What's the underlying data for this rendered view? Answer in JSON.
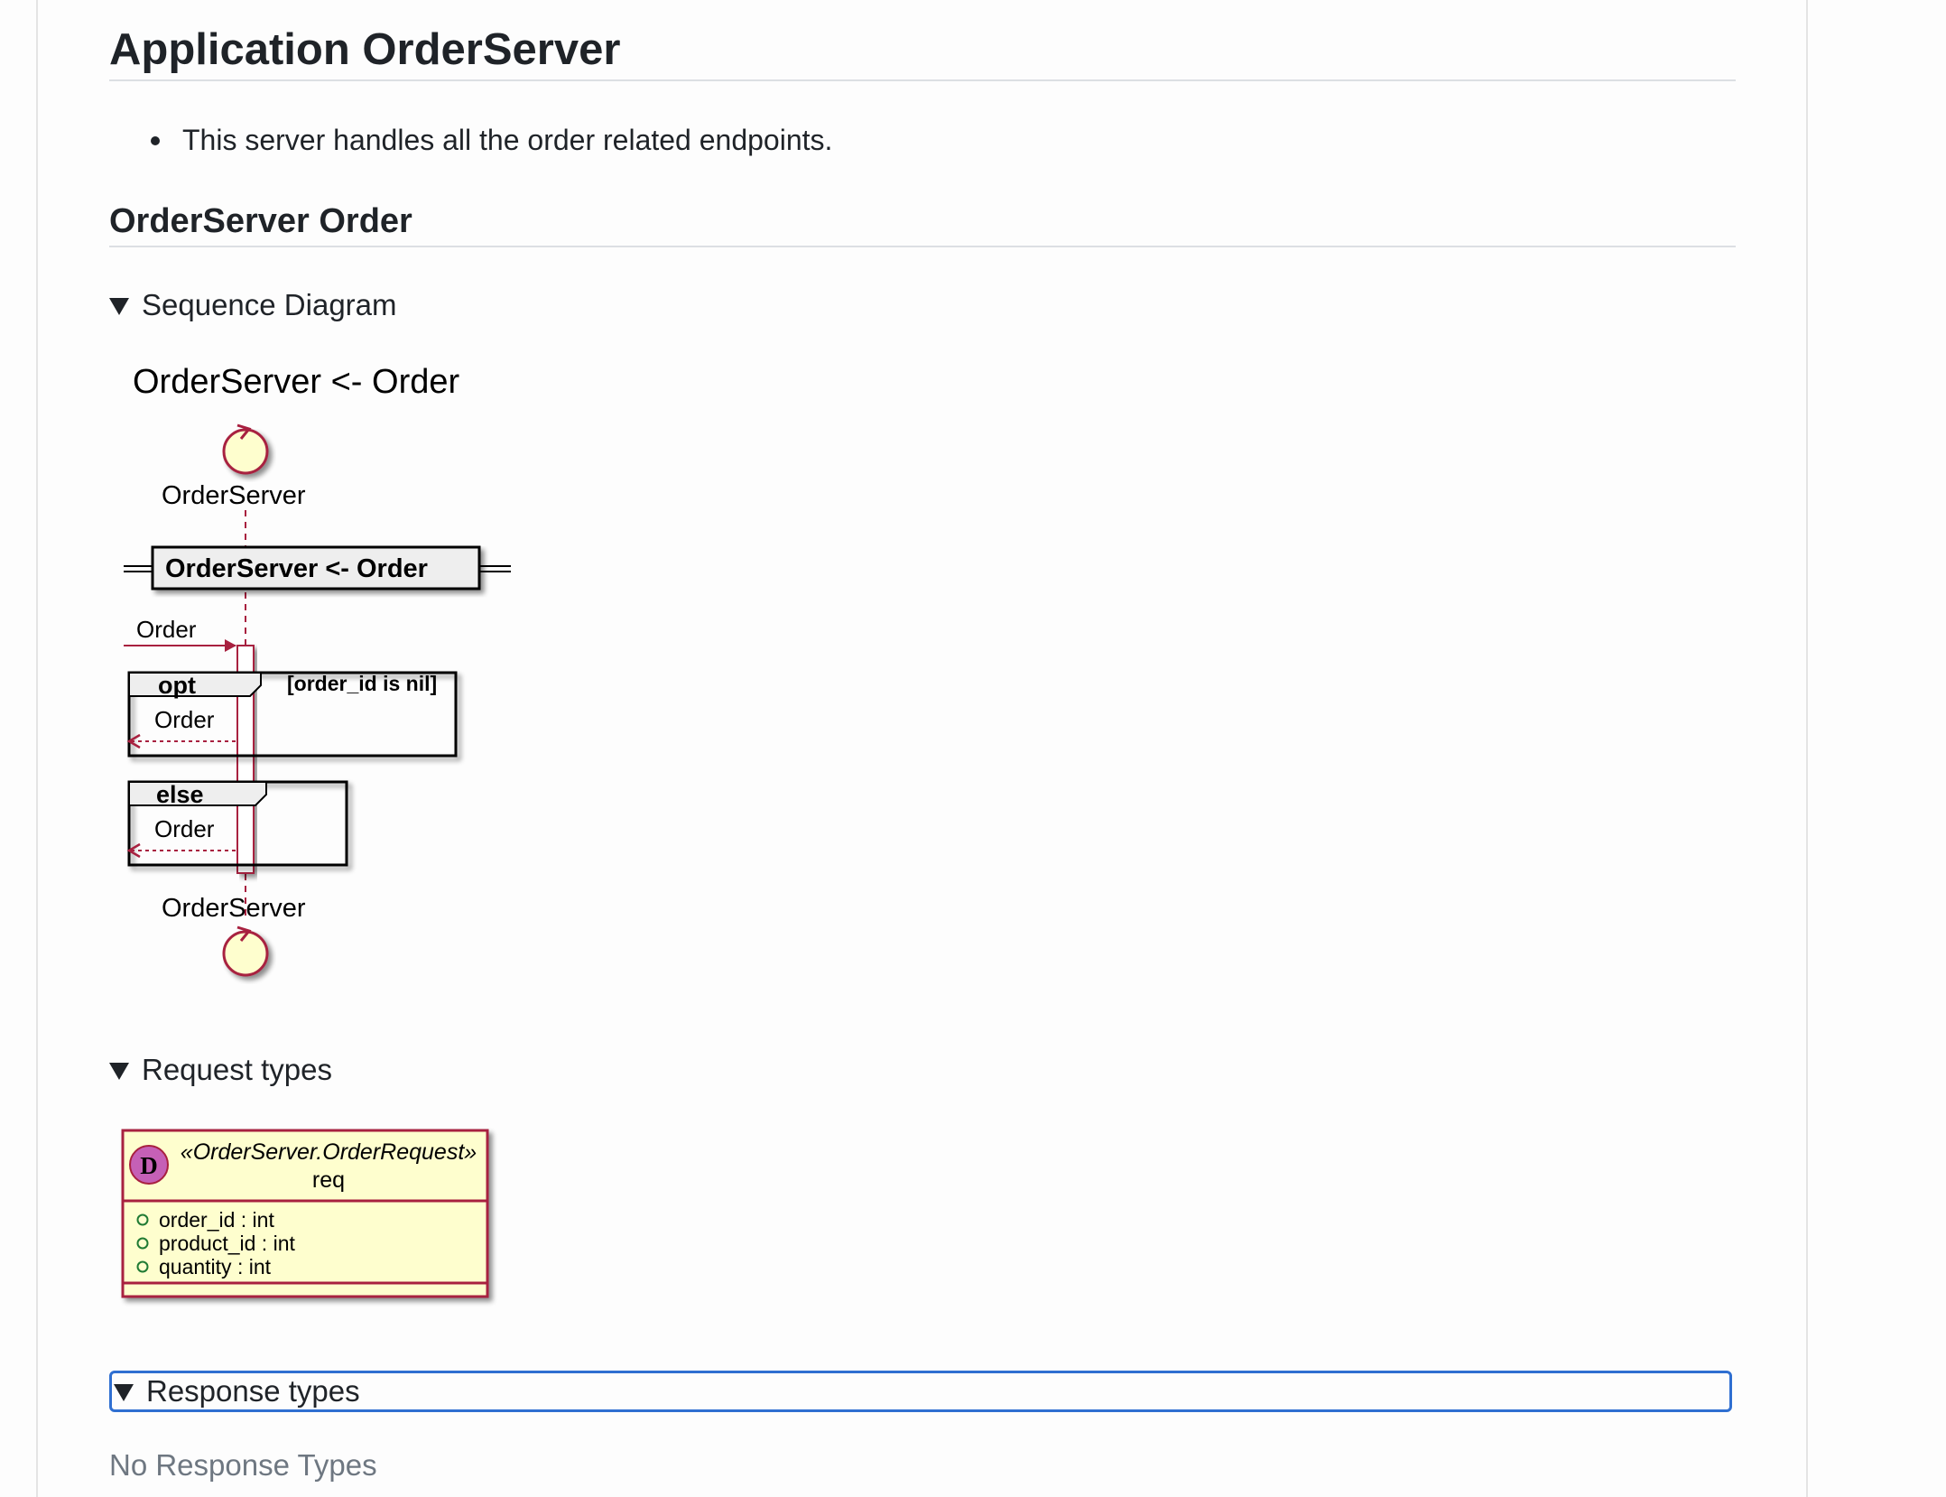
{
  "page": {
    "title": "Application OrderServer",
    "bullets": [
      "This server handles all the order related endpoints."
    ]
  },
  "section": {
    "title": "OrderServer Order",
    "sequence_summary": "Sequence Diagram",
    "request_summary": "Request types",
    "response_summary": "Response types",
    "no_response_text": "No Response Types"
  },
  "sequence_diagram": {
    "title": "OrderServer <- Order",
    "participant_top": "OrderServer",
    "participant_bottom": "OrderServer",
    "divider_label": "OrderServer <- Order",
    "incoming_message": "Order",
    "opt_label": "opt",
    "opt_condition": "[order_id is nil]",
    "opt_return": "Order",
    "else_label": "else",
    "else_return": "Order",
    "colors": {
      "accent": "#a8203f",
      "fill": "#fefece",
      "frame_fill": "#eeeeee"
    }
  },
  "request_types": {
    "class_badge": "D",
    "stereotype": "«OrderServer.OrderRequest»",
    "name": "req",
    "fields": [
      "order_id : int",
      "product_id : int",
      "quantity : int"
    ],
    "colors": {
      "badge": "#ad1dad",
      "fill": "#fefece",
      "border": "#a8203f",
      "field_marker": "#1f7a33"
    }
  }
}
